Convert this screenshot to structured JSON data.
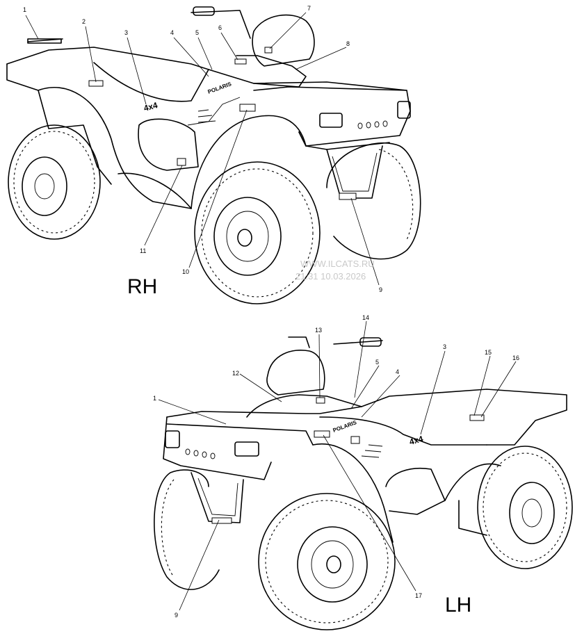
{
  "diagram": {
    "views": [
      {
        "id": "rh",
        "label": "RH"
      },
      {
        "id": "lh",
        "label": "LH"
      }
    ],
    "rh_callouts": [
      {
        "id": "rh-1",
        "text": "1"
      },
      {
        "id": "rh-2",
        "text": "2"
      },
      {
        "id": "rh-3",
        "text": "3"
      },
      {
        "id": "rh-4",
        "text": "4"
      },
      {
        "id": "rh-5",
        "text": "5"
      },
      {
        "id": "rh-6",
        "text": "6"
      },
      {
        "id": "rh-7",
        "text": "7"
      },
      {
        "id": "rh-8",
        "text": "8"
      },
      {
        "id": "rh-9",
        "text": "9"
      },
      {
        "id": "rh-10",
        "text": "10"
      },
      {
        "id": "rh-11",
        "text": "11"
      }
    ],
    "lh_callouts": [
      {
        "id": "lh-1",
        "text": "1"
      },
      {
        "id": "lh-3",
        "text": "3"
      },
      {
        "id": "lh-4",
        "text": "4"
      },
      {
        "id": "lh-5",
        "text": "5"
      },
      {
        "id": "lh-9",
        "text": "9"
      },
      {
        "id": "lh-12",
        "text": "12"
      },
      {
        "id": "lh-13",
        "text": "13"
      },
      {
        "id": "lh-14",
        "text": "14"
      },
      {
        "id": "lh-15",
        "text": "15"
      },
      {
        "id": "lh-16",
        "text": "16"
      },
      {
        "id": "lh-17",
        "text": "17"
      }
    ],
    "decal_text": {
      "brand": "POLARIS",
      "model_4x4": "4x4"
    },
    "watermark": {
      "line1": "WWW.ILCATS.RU",
      "line2": "21:31 10.03.2026"
    }
  }
}
